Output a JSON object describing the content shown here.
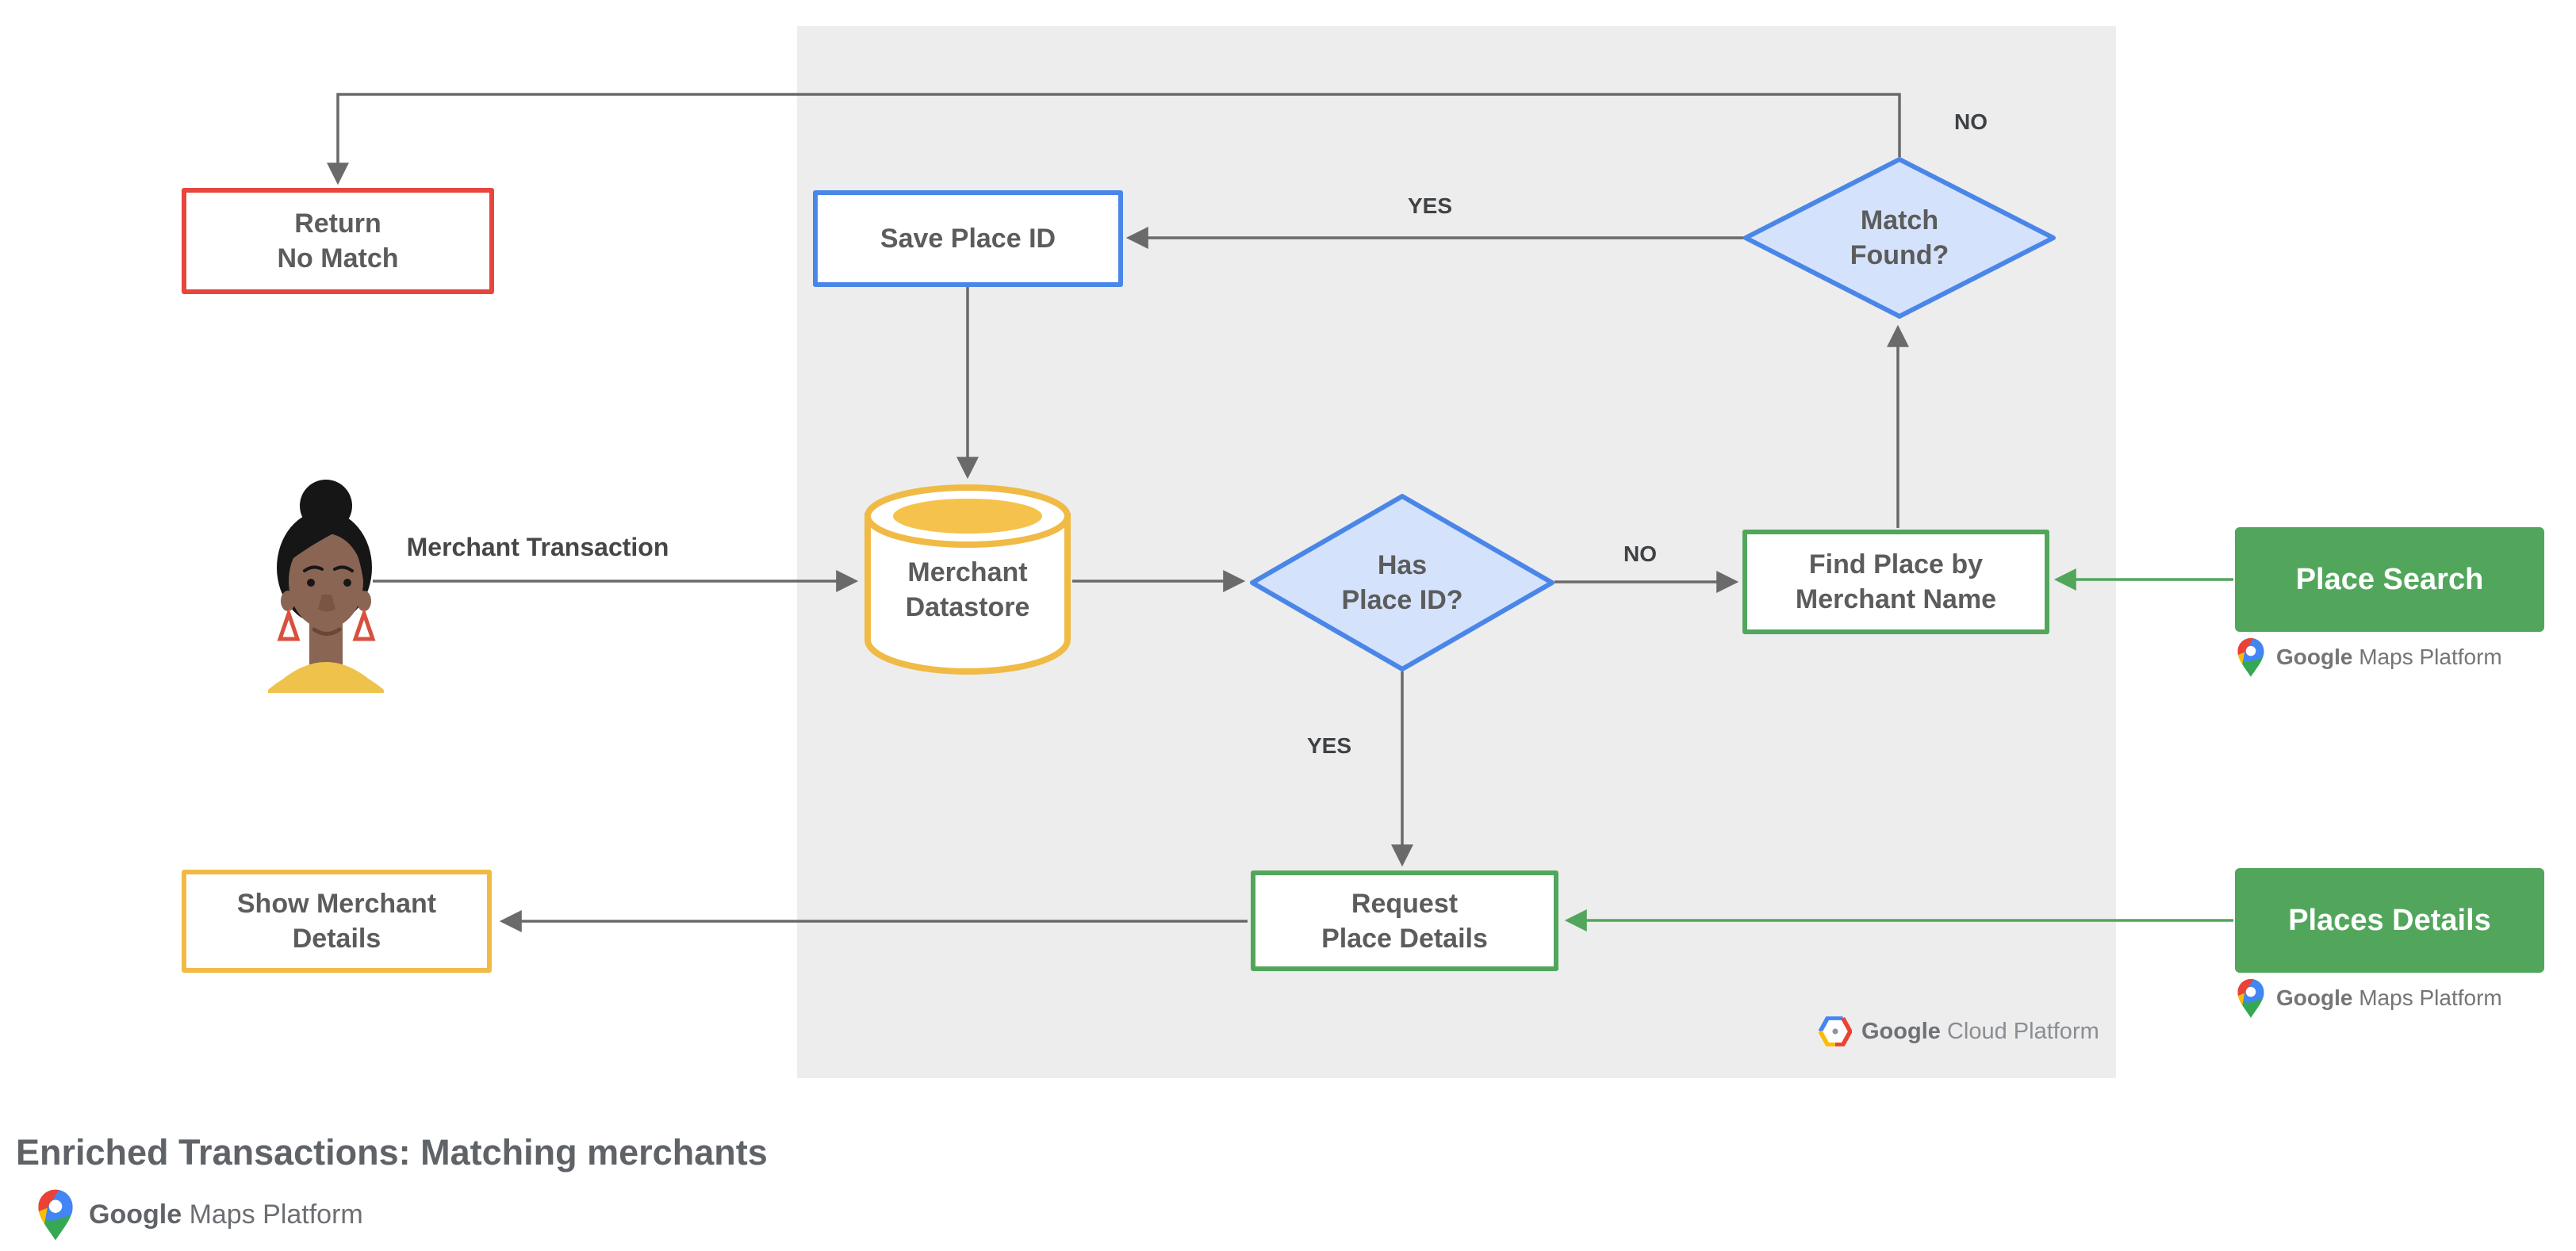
{
  "title": "Enriched Transactions: Matching merchants",
  "colors": {
    "red": "#E8453C",
    "blue": "#4A86E8",
    "blue-fill": "#D5E2FB",
    "yellow": "#F0BA45",
    "yellow-fill": "#F5C24C",
    "green": "#52A65C",
    "panel": "#EDEDED",
    "line": "#6A6A6A",
    "node-text": "#5C5C5C",
    "label-text": "#3F4245",
    "title-text": "#5F6368",
    "gmp-text": "#757575",
    "gcp-text": "#6E7175",
    "gcp-text-light": "#8A8D91"
  },
  "nodes": {
    "return_no_match": {
      "line1": "Return",
      "line2": "No Match"
    },
    "save_place_id": {
      "label": "Save Place ID"
    },
    "match_found": {
      "line1": "Match",
      "line2": "Found?"
    },
    "merchant_datastore": {
      "line1": "Merchant",
      "line2": "Datastore"
    },
    "has_place_id": {
      "line1": "Has",
      "line2": "Place ID?"
    },
    "find_place_by_merchant_name": {
      "line1": "Find Place by",
      "line2": "Merchant Name"
    },
    "request_place_details": {
      "line1": "Request",
      "line2": "Place Details"
    },
    "show_merchant_details": {
      "line1": "Show Merchant",
      "line2": "Details"
    },
    "place_search": {
      "label": "Place Search"
    },
    "places_details": {
      "label": "Places Details"
    }
  },
  "edge_labels": {
    "match_found_no": "NO",
    "match_found_yes": "YES",
    "has_place_id_no": "NO",
    "has_place_id_yes": "YES"
  },
  "annotations": {
    "merchant_transaction": "Merchant Transaction"
  },
  "logos": {
    "google_cloud_platform": {
      "google": "Google",
      "rest": "Cloud Platform"
    },
    "google_maps_platform": {
      "google": "Google",
      "rest": "Maps Platform"
    }
  }
}
